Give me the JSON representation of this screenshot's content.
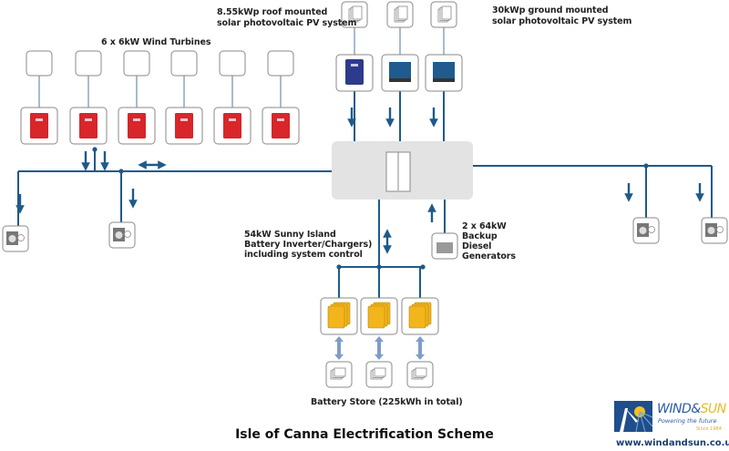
{
  "title": "Isle of Canna Electrification Scheme",
  "labels": {
    "wind": "6 x 6kW Wind Turbines",
    "roof_pv_line1": "8.55kWp roof mounted",
    "roof_pv_line2": "solar photovoltaic PV system",
    "ground_pv_line1": "30kWp ground mounted",
    "ground_pv_line2": "solar photovoltaic PV system",
    "inverter_line1": "54kW Sunny Island",
    "inverter_line2": "Battery Inverter/Chargers)",
    "inverter_line3": "including system control",
    "diesel_line1": "2 x 64kW",
    "diesel_line2": "Backup",
    "diesel_line3": "Diesel",
    "diesel_line4": "Generators",
    "battery": "Battery Store (225kWh in total)"
  },
  "logo": {
    "brand_wind": "WIND",
    "brand_amp": "&",
    "brand_sun": "SUN",
    "tagline": "Powering the future",
    "since": "Since 1984",
    "url": "www.windandsun.co.uk"
  },
  "components": {
    "wind_turbines": 6,
    "wind_inverters": 6,
    "pv_arrays": 3,
    "pv_inverters": 3,
    "loads": 4,
    "battery_inverters": 3,
    "battery_banks": 3,
    "diesel_generators": 1
  },
  "colors": {
    "line": "#1e5a8a",
    "light_line": "#7a96b8",
    "wind_inverter": "#d8262a",
    "pv_inverter_roof": "#2e3a8c",
    "pv_inverter_ground": "#1f5b8f",
    "battery_inverter": "#f3b51c",
    "battery_arrow": "#7f9dc8",
    "box_border": "#8a8a8a",
    "switchboard": "#e3e3e3"
  }
}
